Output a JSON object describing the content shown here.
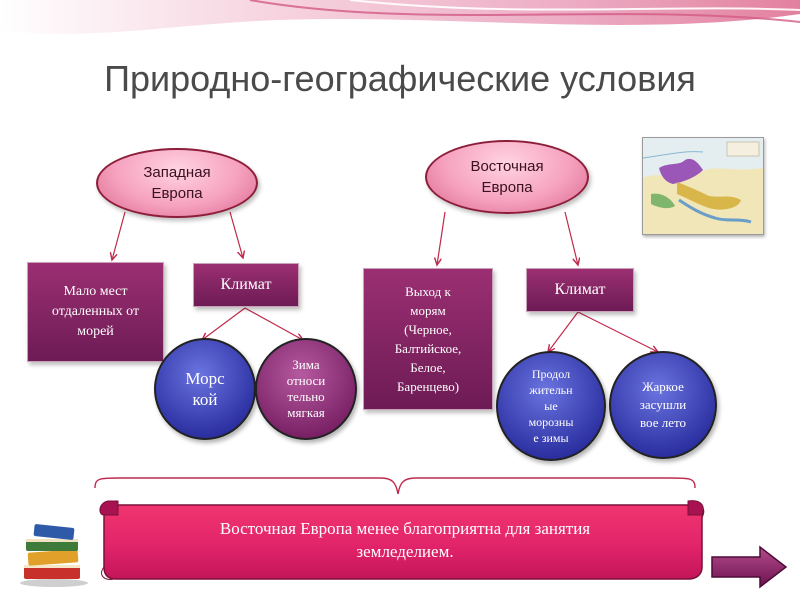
{
  "title": "Природно-географические условия",
  "west": {
    "heading_line1": "Западная",
    "heading_line2": "Европа",
    "box1": {
      "line1": "Мало мест",
      "line2": "отдаленных от",
      "line3": "морей"
    },
    "climate_label": "Климат",
    "circle1": {
      "line1": "Морс",
      "line2": "кой"
    },
    "circle2": {
      "line1": "Зима",
      "line2": "относи",
      "line3": "тельно",
      "line4": "мягкая"
    }
  },
  "east": {
    "heading_line1": "Восточная",
    "heading_line2": "Европа",
    "box1": {
      "line1": "Выход к",
      "line2": "морям",
      "line3": "(Черное,",
      "line4": "Балтийское,",
      "line5": "Белое,",
      "line6": "Баренцево)"
    },
    "climate_label": "Климат",
    "circle1": {
      "line1": "Продол",
      "line2": "жительн",
      "line3": "ые",
      "line4": "морозны",
      "line5": "е зимы"
    },
    "circle2": {
      "line1": "Жаркое",
      "line2": "засушли",
      "line3": "вое лето"
    }
  },
  "conclusion": {
    "line1": "Восточная Европа менее благоприятна для занятия",
    "line2": "земледелием."
  },
  "icons": {
    "books": "books-icon",
    "map": "map-thumbnail",
    "next": "arrow-right-icon"
  },
  "colors": {
    "accent_pink": "#f6a2bf",
    "box_purple": "#7a2166",
    "circle_blue": "#2b2fa0",
    "banner_pink": "#e2246a",
    "next_arrow": "#8a1f5f"
  }
}
